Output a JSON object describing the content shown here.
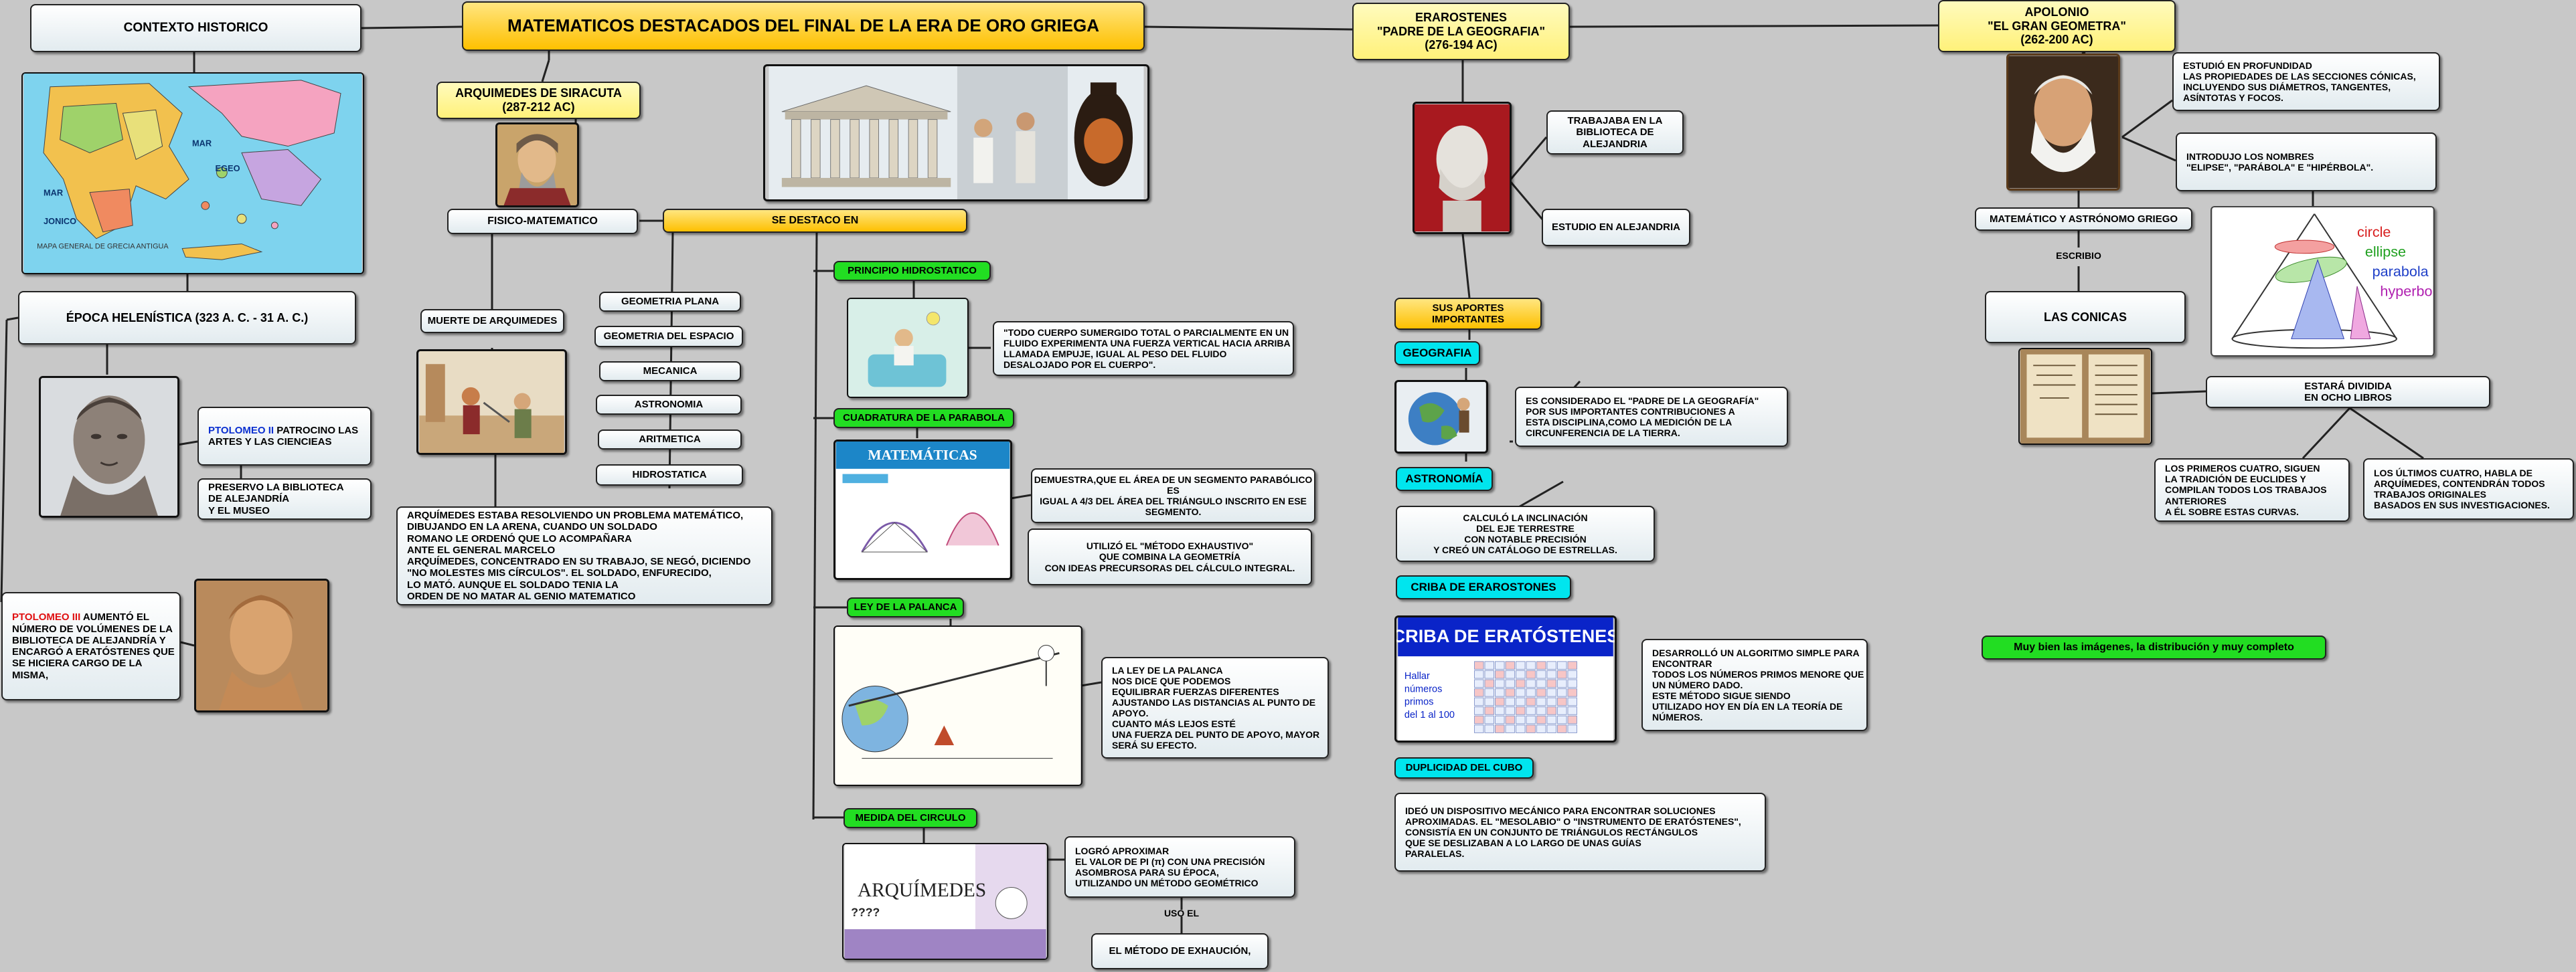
{
  "nodes": {
    "title": "MATEMATICOS DESTACADOS DEL FINAL DE LA ERA DE ORO GRIEGA",
    "contexto": "CONTEXTO HISTORICO",
    "epoca": "ÉPOCA HELENÍSTICA (323 A. C. - 31 A. C.)",
    "ptolomeo2_name": "PTOLOMEO II",
    "ptolomeo2_rest": " PATROCINO LAS ARTES Y LAS CIENCIEAS",
    "preservo": "PRESERVO LA BIBLIOTECA\nDE ALEJANDRÍA\nY EL MUSEO",
    "ptolomeo3_name": "PTOLOMEO III",
    "ptolomeo3_rest": " AUMENTÓ EL NÚMERO DE VOLÚMENES DE LA BIBLIOTECA DE ALEJANDRÍA Y ENCARGÓ A ERATÓSTENES QUE SE HICIERA CARGO DE LA MISMA,",
    "arquimedes": "ARQUIMEDES DE SIRACUTA\n(287-212 AC)",
    "fisico": "FISICO-MATEMATICO",
    "muerte": "MUERTE DE ARQUIMEDES",
    "muerte_text": "ARQUÍMEDES ESTABA RESOLVIENDO UN PROBLEMA MATEMÁTICO, DIBUJANDO EN LA ARENA, CUANDO UN SOLDADO\nROMANO LE ORDENÓ QUE LO ACOMPAÑARA\nANTE EL GENERAL MARCELO\nARQUÍMEDES, CONCENTRADO EN SU TRABAJO, SE NEGÓ, DICIENDO\n\"NO MOLESTES MIS CÍRCULOS\". EL SOLDADO, ENFURECIDO,\nLO MATÓ. AUNQUE EL SOLDADO TENIA LA\nORDEN DE NO MATAR AL GENIO MATEMATICO",
    "se_destaco": "SE DESTACO EN",
    "areas": [
      "GEOMETRIA PLANA",
      "GEOMETRIA DEL ESPACIO",
      "MECANICA",
      "ASTRONOMIA",
      "ARITMETICA",
      "HIDROSTATICA"
    ],
    "principio": "PRINCIPIO HIDROSTATICO",
    "principio_text": "\"TODO CUERPO SUMERGIDO TOTAL O PARCIALMENTE EN UN FLUIDO EXPERIMENTA UNA FUERZA VERTICAL HACIA ARRIBA LLAMADA EMPUJE, IGUAL AL PESO DEL FLUIDO DESALOJADO POR EL CUERPO\".",
    "cuadratura": "CUADRATURA DE LA PARABOLA",
    "cuadratura_text": "DEMUESTRA,QUE EL ÁREA DE UN SEGMENTO PARABÓLICO ES\nIGUAL A 4/3 DEL ÁREA DEL TRIÁNGULO INSCRITO EN ESE SEGMENTO.",
    "exhaustivo_text": "UTILIZÓ EL \"MÉTODO EXHAUSTIVO\"\nQUE COMBINA LA GEOMETRÍA\nCON IDEAS PRECURSORAS DEL CÁLCULO INTEGRAL.",
    "palanca": "LEY DE LA PALANCA",
    "palanca_text": "LA LEY DE LA PALANCA\nNOS DICE QUE PODEMOS\nEQUILIBRAR FUERZAS DIFERENTES\nAJUSTANDO LAS DISTANCIAS AL PUNTO DE APOYO.\nCUANTO MÁS LEJOS ESTÉ\nUNA FUERZA DEL PUNTO DE APOYO, MAYOR SERÁ SU EFECTO.",
    "circulo": "MEDIDA DEL CIRCULO",
    "circulo_text": "LOGRÓ APROXIMAR\nEL VALOR DE PI (π) CON UNA PRECISIÓN ASOMBROSA PARA SU ÉPOCA,\nUTILIZANDO UN MÉTODO GEOMÉTRICO",
    "uso_el": "USO EL",
    "exhaucion": "EL MÉTODO DE EXHAUCIÓN,",
    "eratostenes": "ERAROSTENES\n\"PADRE DE LA GEOGRAFIA\"\n(276-194 AC)",
    "trabajaba": "TRABAJABA EN LA\nBIBLIOTECA DE\nALEJANDRIA",
    "estudio": "ESTUDIO EN ALEJANDRIA",
    "aportes": "SUS APORTES\nIMPORTANTES",
    "geografia": "GEOGRAFIA",
    "geografia_text": "ES CONSIDERADO EL \"PADRE DE LA GEOGRAFÍA\"\nPOR SUS IMPORTANTES CONTRIBUCIONES A\nESTA DISCIPLINA,COMO LA MEDICIÓN DE LA\nCIRCUNFERENCIA DE LA TIERRA.",
    "astronomia": "ASTRONOMÍA",
    "astronomia_text": "CALCULÓ LA INCLINACIÓN\nDEL EJE TERRESTRE\nCON NOTABLE PRECISIÓN\nY CREÓ UN CATÁLOGO DE ESTRELLAS.",
    "criba": "CRIBA DE ERAROSTONES",
    "criba_text": "DESARROLLÓ UN ALGORITMO SIMPLE PARA ENCONTRAR\nTODOS LOS NÚMEROS PRIMOS MENORE QUE UN NÚMERO DADO.\nESTE MÉTODO SIGUE SIENDO\nUTILIZADO HOY EN DÍA EN LA TEORÍA DE NÚMEROS.",
    "duplicidad": "DUPLICIDAD DEL CUBO",
    "duplicidad_text": "IDEÓ UN DISPOSITIVO MECÁNICO PARA ENCONTRAR SOLUCIONES\nAPROXIMADAS. EL \"MESOLABIO\" O \"INSTRUMENTO DE ERATÓSTENES\",\nCONSISTÍA EN UN CONJUNTO DE TRIÁNGULOS RECTÁNGULOS\nQUE SE DESLIZABAN A LO LARGO DE UNAS GUÍAS\nPARALELAS.",
    "apolonio": "APOLONIO\n\"EL GRAN GEOMETRA\"\n(262-200 AC)",
    "estudio_prof": "ESTUDIÓ EN PROFUNDIDAD\nLAS PROPIEDADES DE LAS SECCIONES CÓNICAS,\nINCLUYENDO SUS DIÁMETROS, TANGENTES,\nASÍNTOTAS Y FOCOS.",
    "introdujo": "INTRODUJO LOS NOMBRES\n\"ELIPSE\", \"PARÁBOLA\" E \"HIPÉRBOLA\".",
    "matematico_astro": "MATEMÁTICO Y ASTRÓNOMO GRIEGO",
    "escribio": "ESCRIBIO",
    "conicas": "LAS CONICAS",
    "dividida": "ESTARÁ DIVIDIDA\nEN OCHO LIBROS",
    "primeros": "LOS PRIMEROS CUATRO, SIGUEN\nLA TRADICIÓN DE EUCLIDES Y COMPILAN TODOS LOS TRABAJOS ANTERIORES\nA ÉL SOBRE ESTAS CURVAS.",
    "ultimos": "LOS ÚLTIMOS CUATRO, HABLA DE ARQUÍMEDES, CONTENDRÁN TODOS TRABAJOS ORIGINALES\nBASADOS EN SUS INVESTIGACIONES.",
    "comment": "Muy bien las imágenes,  la distribución y muy completo"
  },
  "images": {
    "map_labels": [
      "MAR",
      "EGEO",
      "MAR",
      "JONICO"
    ],
    "map_caption": "MAPA GENERAL DE GRECIA ANTIGUA",
    "criba_title": "CRIBA DE ERATÓSTENES",
    "criba_side": [
      "Hallar",
      "números",
      "primos",
      "del 1 al 100"
    ],
    "matematicas": "MATEMÁTICAS",
    "arquimedes_logo": "ARQUÍMEDES",
    "question": "????",
    "cone_labels": [
      "circle",
      "ellipse",
      "parabola",
      "hyperbola"
    ]
  },
  "colors": {
    "title_bg": "#fec000",
    "green": "#22dd22",
    "cyan": "#00e5ee",
    "background": "#c8c8c8",
    "red_name": "#e01010",
    "blue_name": "#0a2fd0"
  }
}
